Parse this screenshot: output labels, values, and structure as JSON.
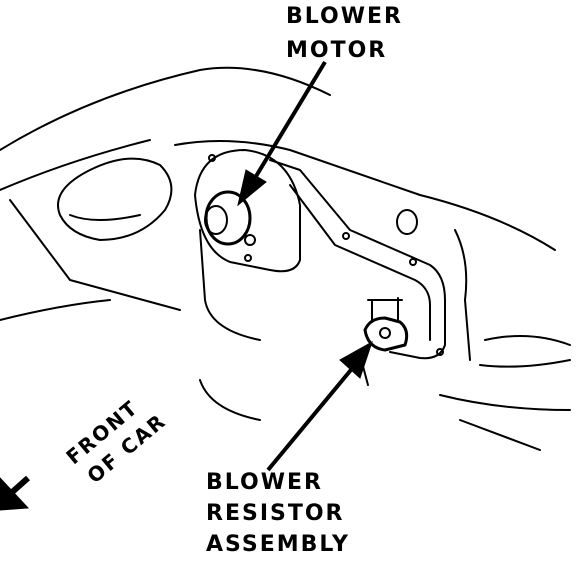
{
  "labels": {
    "blower_motor_line1": "BLOWER",
    "blower_motor_line2": "MOTOR",
    "resistor_line1": "BLOWER",
    "resistor_line2": "RESISTOR",
    "resistor_line3": "ASSEMBLY",
    "front_line1": "FRONT",
    "front_line2": "OF CAR"
  },
  "colors": {
    "ink": "#000000",
    "paper": "#ffffff"
  },
  "icons": {
    "front_arrow": "arrow-down-left-icon",
    "callout_arrows": "pointer-arrow-icon"
  }
}
